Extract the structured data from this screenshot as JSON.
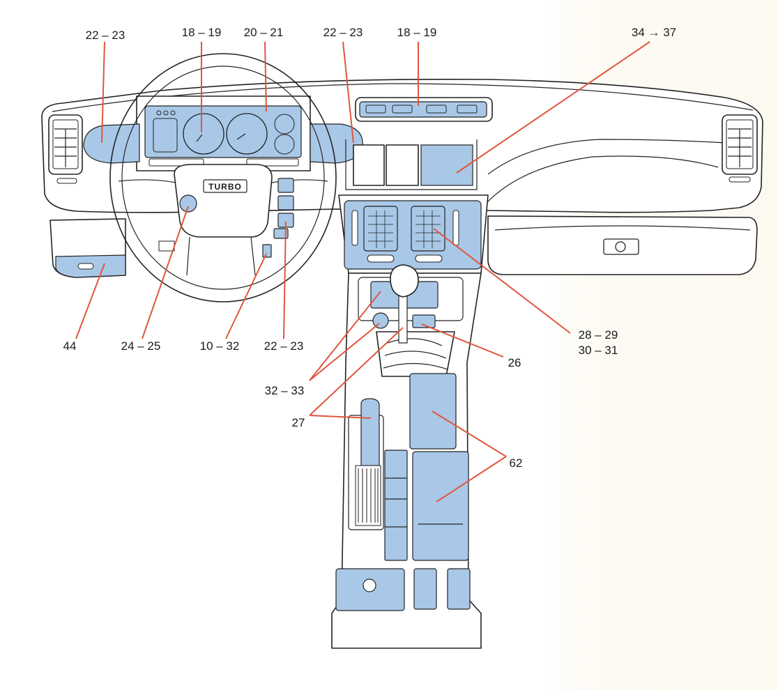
{
  "colors": {
    "highlight": "#a9c8e8",
    "leader": "#e0563c",
    "ink": "#222222",
    "paper": "#ffffff"
  },
  "badge_text": "TURBO",
  "callouts": [
    {
      "id": "c1",
      "text": "22 – 23"
    },
    {
      "id": "c2",
      "text": "18 – 19"
    },
    {
      "id": "c3",
      "text": "20 – 21"
    },
    {
      "id": "c4",
      "text": "22 – 23"
    },
    {
      "id": "c5",
      "text": "18 – 19"
    },
    {
      "id": "c6",
      "text": "34 → 37"
    },
    {
      "id": "c7",
      "text": "44"
    },
    {
      "id": "c8",
      "text": "24 – 25"
    },
    {
      "id": "c9",
      "text": "10 – 32"
    },
    {
      "id": "c10",
      "text": "22 – 23"
    },
    {
      "id": "c11",
      "text": "28 – 29"
    },
    {
      "id": "c12",
      "text": "30 – 31"
    },
    {
      "id": "c13",
      "text": "26"
    },
    {
      "id": "c14",
      "text": "32 – 33"
    },
    {
      "id": "c15",
      "text": "27"
    },
    {
      "id": "c16",
      "text": "62"
    }
  ]
}
